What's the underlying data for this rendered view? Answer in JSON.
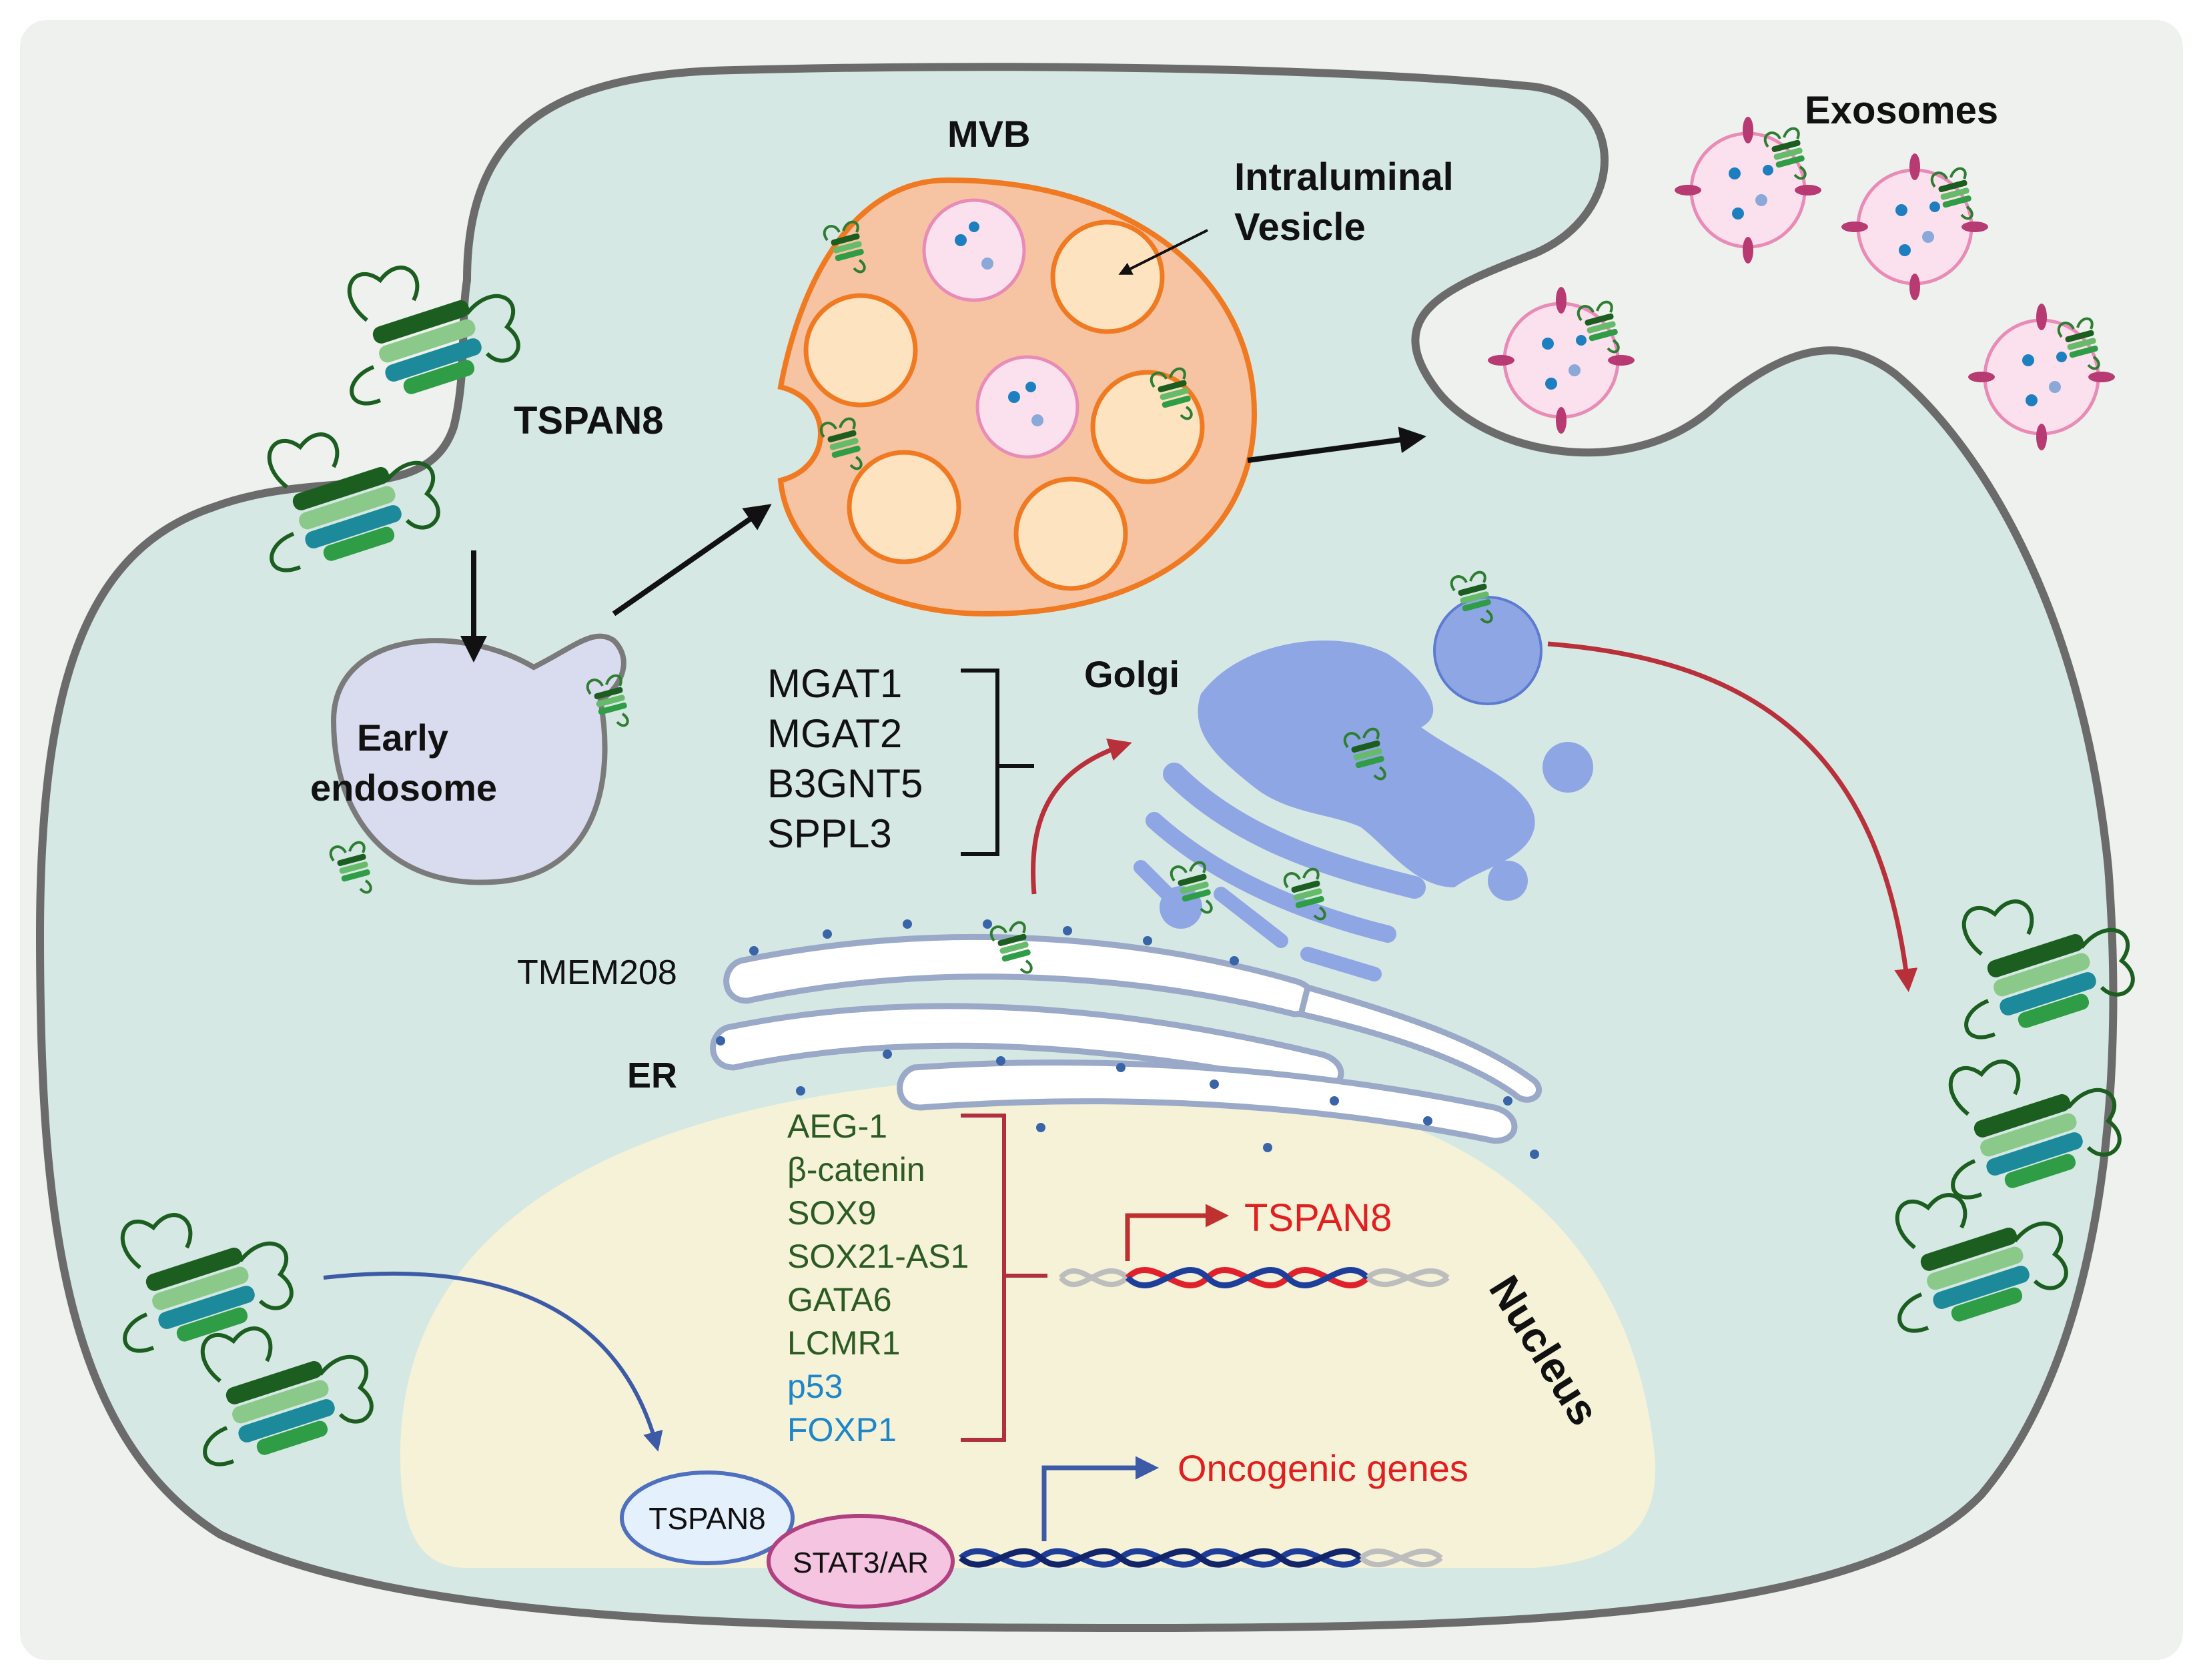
{
  "labels": {
    "mvb": "MVB",
    "intraluminal": [
      "Intraluminal",
      "Vesicle"
    ],
    "exosomes": "Exosomes",
    "tspan8_membrane": "TSPAN8",
    "early_endosome": [
      "Early",
      "endosome"
    ],
    "golgi": "Golgi",
    "tmem208": "TMEM208",
    "er": "ER",
    "nucleus": "Nucleus",
    "tspan8_gene": "TSPAN8",
    "oncogenic": "Oncogenic genes",
    "tspan8_nuclear": "TSPAN8",
    "stat3": "STAT3/AR"
  },
  "glycosylation_factors": [
    "MGAT1",
    "MGAT2",
    "B3GNT5",
    "SPPL3"
  ],
  "transcription_regulators": [
    {
      "text": "AEG-1",
      "color": "#2b5a23"
    },
    {
      "text": "β-catenin",
      "color": "#2b5a23"
    },
    {
      "text": "SOX9",
      "color": "#2b5a23"
    },
    {
      "text": "SOX21-AS1",
      "color": "#2b5a23"
    },
    {
      "text": "GATA6",
      "color": "#2b5a23"
    },
    {
      "text": "LCMR1",
      "color": "#2b5a23"
    },
    {
      "text": "p53",
      "color": "#1e86c8"
    },
    {
      "text": "FOXP1",
      "color": "#1e86c8"
    }
  ],
  "colors": {
    "cytoplasm": "#d6e8e4",
    "membrane": "#6b6b6b",
    "mvb": "#f6c4a2",
    "mvb_border": "#f07a22",
    "ilv": "#fde3c0",
    "nucleus": "#f5f2d8",
    "golgi": "#8fa6e4",
    "endosome": "#d9dcee",
    "exosome": "#fbe1ee",
    "exosome_border": "#e98bb7",
    "red_arrow": "#b8303a",
    "blue_arrow": "#3d5aa6",
    "dna_red": "#e0202a",
    "dna_blue": "#1f3e9a",
    "gene_red": "#e02020"
  }
}
